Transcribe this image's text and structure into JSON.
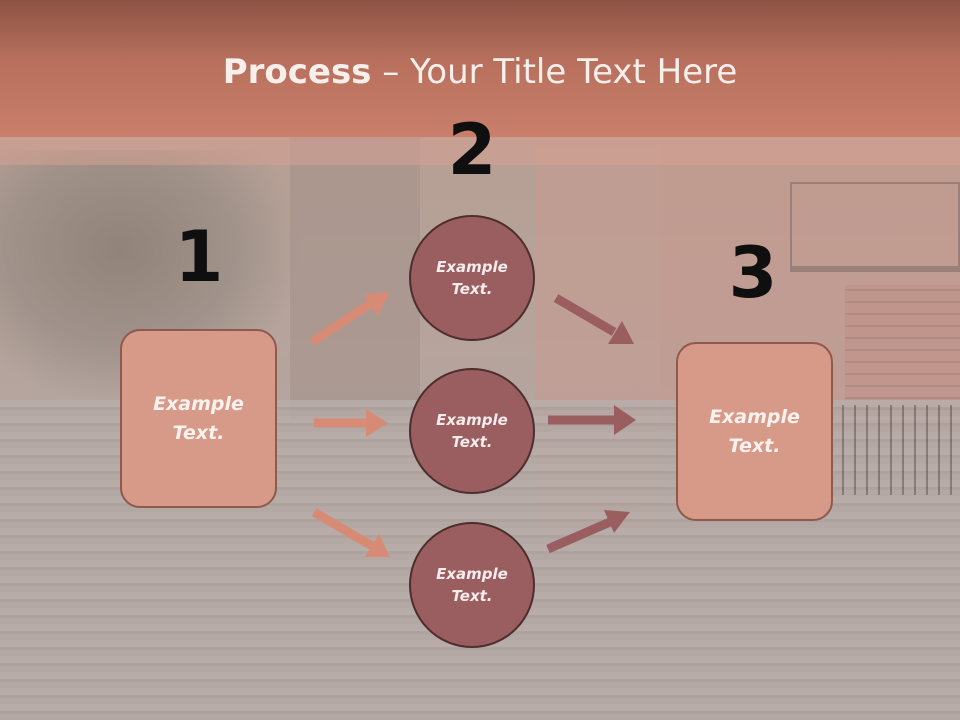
{
  "slide": {
    "title_bold": "Process",
    "title_rest": " – Your Title Text Here",
    "steps": [
      {
        "number": "1",
        "text": "Example\nText."
      },
      {
        "number": "2",
        "circles": [
          {
            "text": "Example\nText."
          },
          {
            "text": "Example\nText."
          },
          {
            "text": "Example\nText."
          }
        ]
      },
      {
        "number": "3",
        "text": "Example\nText."
      }
    ]
  },
  "colors": {
    "title_band": "#c97f6a",
    "box_fill": "#d79a88",
    "box_border": "#8e5a4e",
    "circle_fill": "#9a5e61",
    "circle_border": "#4e2e2c",
    "arrow_light": "#d88b74",
    "arrow_dark": "#9a5e61",
    "number_color": "#0f0f0f"
  }
}
